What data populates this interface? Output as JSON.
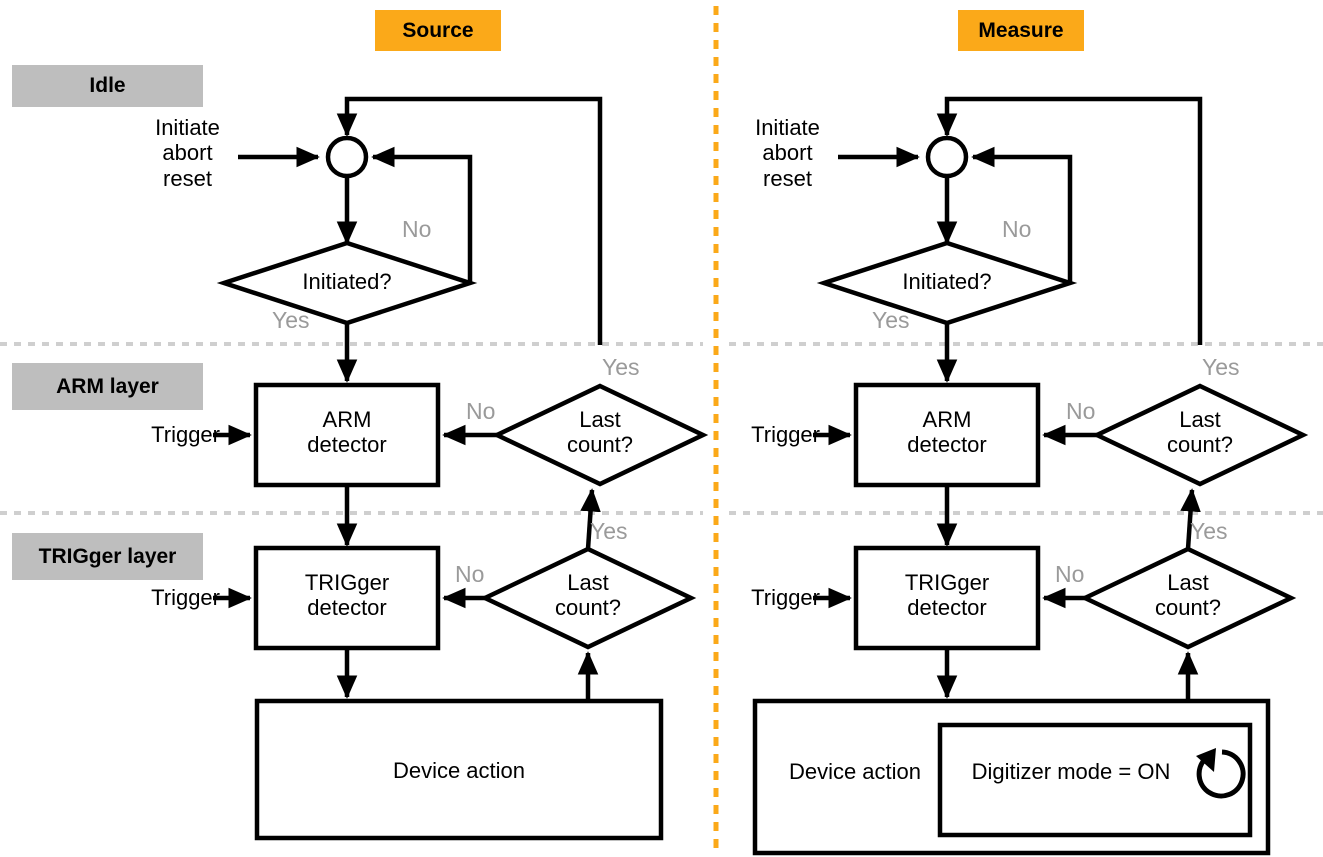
{
  "diagram": {
    "title_source": "Source",
    "title_measure": "Measure",
    "colors": {
      "header_accent": "#FBA919",
      "layer_band": "#BEBEBE",
      "divider": "#FBA919",
      "layer_separator": "#cfcfcf",
      "stroke": "#000000",
      "label_grey": "#9a9a9a",
      "background": "#ffffff"
    }
  },
  "layer_labels": {
    "idle": "Idle",
    "arm": "ARM layer",
    "trigger": "TRIGger layer"
  },
  "source": {
    "header": "Source",
    "entry_label": "Initiate\nabort\nreset",
    "entry_line1": "Initiate",
    "entry_line2": "abort",
    "entry_line3": "reset",
    "initiated_diamond": "Initiated?",
    "initiated_no": "No",
    "initiated_yes": "Yes",
    "arm_box_line1": "ARM",
    "arm_box_line2": "detector",
    "arm_trigger_label": "Trigger",
    "arm_lastcount_line1": "Last",
    "arm_lastcount_line2": "count?",
    "arm_lastcount_no": "No",
    "arm_lastcount_yes": "Yes",
    "trig_box_line1": "TRIGger",
    "trig_box_line2": "detector",
    "trig_trigger_label": "Trigger",
    "trig_lastcount_line1": "Last",
    "trig_lastcount_line2": "count?",
    "trig_lastcount_no": "No",
    "trig_lastcount_yes": "Yes",
    "device_action": "Device action"
  },
  "measure": {
    "header": "Measure",
    "entry_line1": "Initiate",
    "entry_line2": "abort",
    "entry_line3": "reset",
    "initiated_diamond": "Initiated?",
    "initiated_no": "No",
    "initiated_yes": "Yes",
    "arm_box_line1": "ARM",
    "arm_box_line2": "detector",
    "arm_trigger_label": "Trigger",
    "arm_lastcount_line1": "Last",
    "arm_lastcount_line2": "count?",
    "arm_lastcount_no": "No",
    "arm_lastcount_yes": "Yes",
    "trig_box_line1": "TRIGger",
    "trig_box_line2": "detector",
    "trig_trigger_label": "Trigger",
    "trig_lastcount_line1": "Last",
    "trig_lastcount_line2": "count?",
    "trig_lastcount_no": "No",
    "trig_lastcount_yes": "Yes",
    "device_action": "Device action",
    "digitizer_mode": "Digitizer mode = ON",
    "digitizer_loop_icon": "circular-arrow-icon"
  }
}
